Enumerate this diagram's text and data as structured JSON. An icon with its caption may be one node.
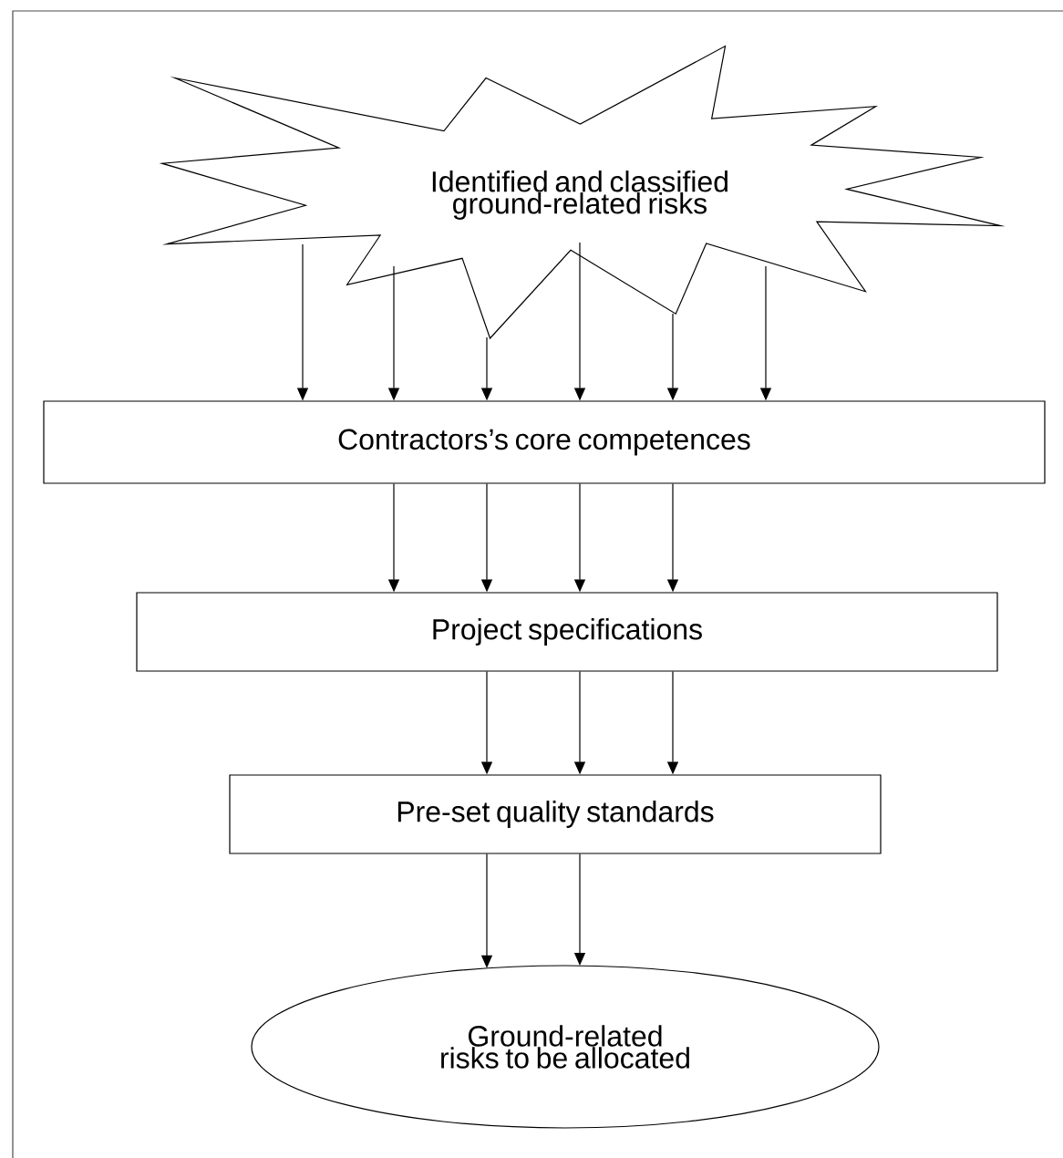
{
  "diagram": {
    "nodes": [
      {
        "text": [
          "Identified and classified ground-related risks"
        ]
      },
      {
        "text": [
          "Contractors’s core competences"
        ]
      },
      {
        "text": [
          "Project specifications"
        ]
      },
      {
        "text": [
          "Pre-set quality standards"
        ]
      },
      {
        "text": [
          "Ground-related risks to be allocated"
        ]
      }
    ],
    "edges": [
      {
        "from": 0,
        "to": 1,
        "arrow": "to"
      },
      {
        "from": 0,
        "to": 1,
        "arrow": "to"
      },
      {
        "from": 0,
        "to": 1,
        "arrow": "to"
      },
      {
        "from": 0,
        "to": 1,
        "arrow": "to"
      },
      {
        "from": 0,
        "to": 1,
        "arrow": "to"
      },
      {
        "from": 0,
        "to": 1,
        "arrow": "to"
      },
      {
        "from": 1,
        "to": 2,
        "arrow": "to"
      },
      {
        "from": 1,
        "to": 2,
        "arrow": "to"
      },
      {
        "from": 1,
        "to": 2,
        "arrow": "to"
      },
      {
        "from": 1,
        "to": 2,
        "arrow": "to"
      },
      {
        "from": 2,
        "to": 3,
        "arrow": "to"
      },
      {
        "from": 2,
        "to": 3,
        "arrow": "to"
      },
      {
        "from": 2,
        "to": 3,
        "arrow": "to"
      },
      {
        "from": 3,
        "to": 4,
        "arrow": "to"
      },
      {
        "from": 3,
        "to": 4,
        "arrow": "to"
      }
    ]
  }
}
